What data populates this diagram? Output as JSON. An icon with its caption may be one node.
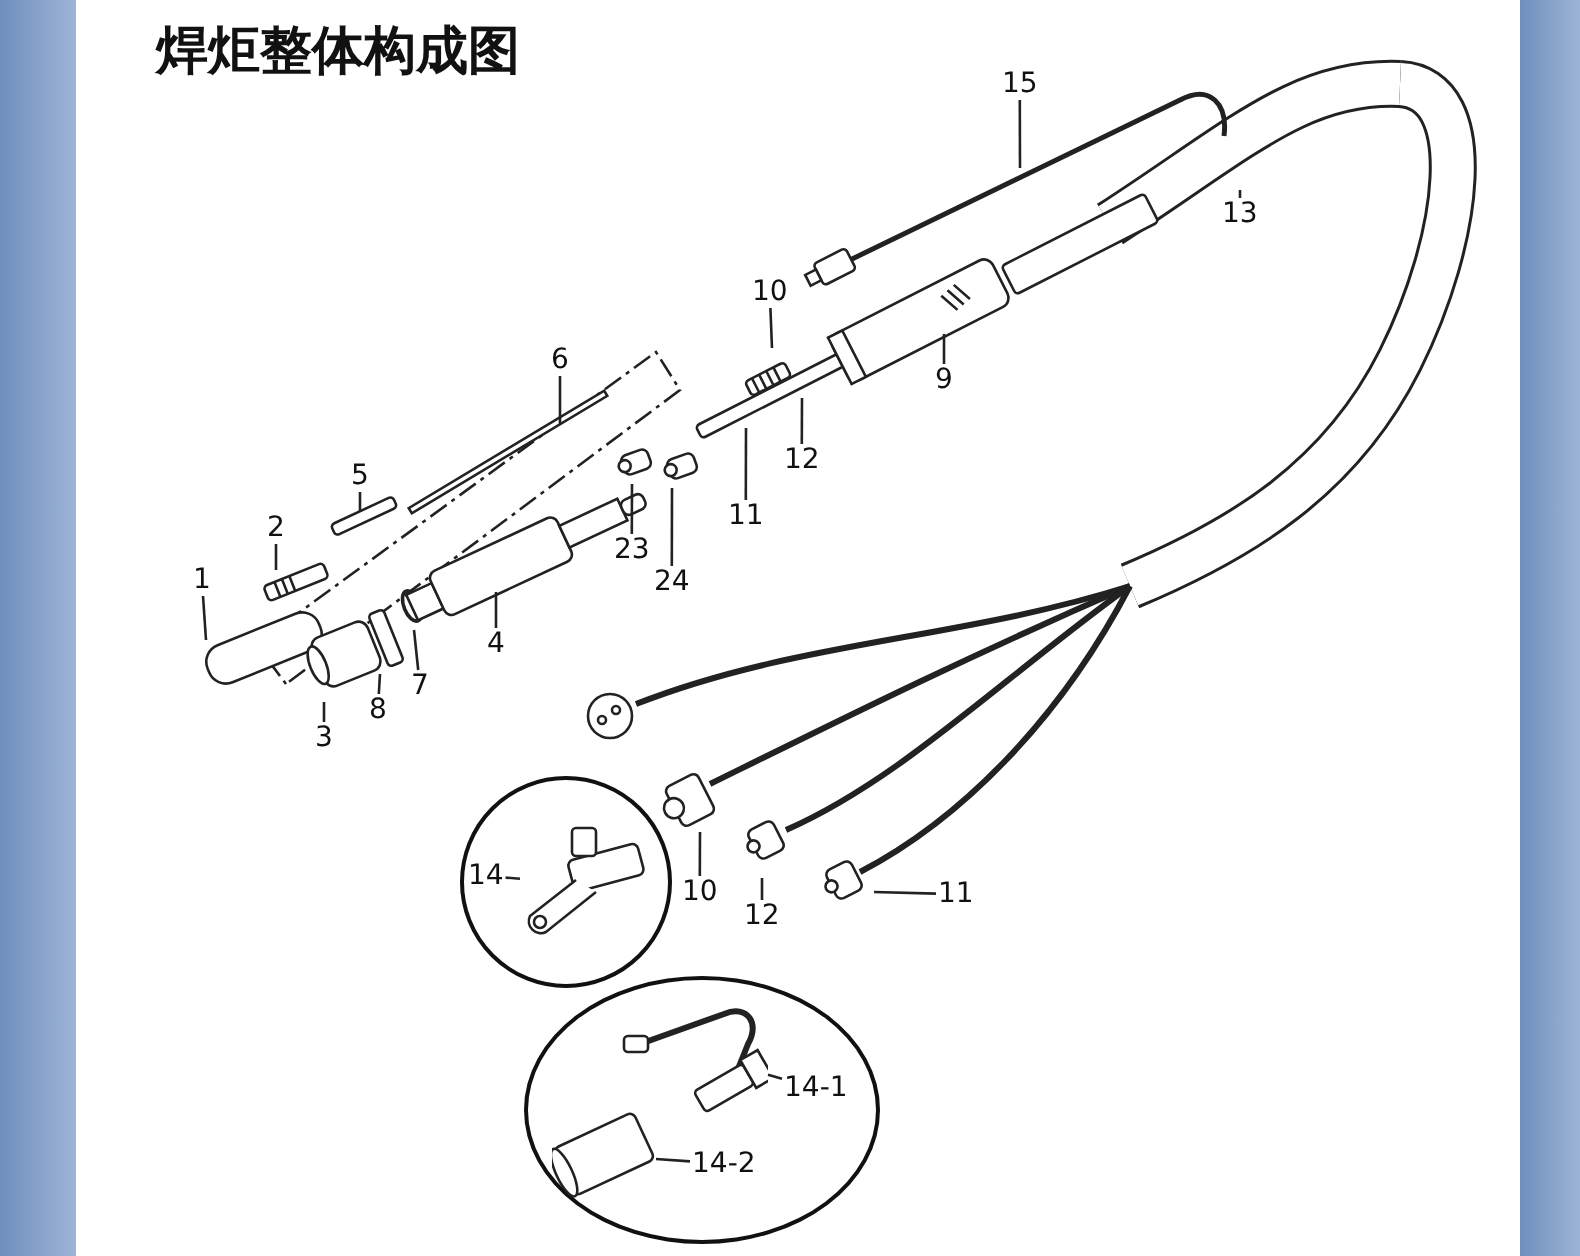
{
  "diagram": {
    "title": "焊炬整体构成图",
    "nodes": [
      {
        "text": [
          "15"
        ]
      },
      {
        "text": [
          "13"
        ]
      },
      {
        "text": [
          "10"
        ]
      },
      {
        "text": [
          "6"
        ]
      },
      {
        "text": [
          "9"
        ]
      },
      {
        "text": [
          "12"
        ]
      },
      {
        "text": [
          "5"
        ]
      },
      {
        "text": [
          "11"
        ]
      },
      {
        "text": [
          "2"
        ]
      },
      {
        "text": [
          "23"
        ]
      },
      {
        "text": [
          "24"
        ]
      },
      {
        "text": [
          "1"
        ]
      },
      {
        "text": [
          "4"
        ]
      },
      {
        "text": [
          "7"
        ]
      },
      {
        "text": [
          "8"
        ]
      },
      {
        "text": [
          "3"
        ]
      },
      {
        "text": [],
        "shape": "circle"
      },
      {
        "text": [
          "14"
        ],
        "in": 16
      },
      {
        "text": [],
        "shape": "picture",
        "in": 16
      },
      {
        "text": [
          "10"
        ]
      },
      {
        "text": [
          "12"
        ]
      },
      {
        "text": [
          "11"
        ]
      },
      {
        "text": [],
        "shape": "oval"
      },
      {
        "text": [
          "14-1"
        ],
        "in": 22
      },
      {
        "text": [],
        "shape": "picture",
        "in": 22
      },
      {
        "text": [
          "14-2"
        ],
        "in": 22
      },
      {
        "text": [],
        "shape": "picture",
        "in": 22
      }
    ],
    "edges": [
      {
        "from": 0,
        "to": null,
        "arrow": "none"
      },
      {
        "from": 1,
        "to": null,
        "arrow": "none"
      },
      {
        "from": 2,
        "to": null,
        "arrow": "none"
      },
      {
        "from": 3,
        "to": null,
        "arrow": "none"
      },
      {
        "from": 4,
        "to": null,
        "arrow": "none"
      },
      {
        "from": 5,
        "to": null,
        "arrow": "none"
      },
      {
        "from": 6,
        "to": null,
        "arrow": "none"
      },
      {
        "from": 7,
        "to": null,
        "arrow": "none"
      },
      {
        "from": 8,
        "to": null,
        "arrow": "none"
      },
      {
        "from": 9,
        "to": null,
        "arrow": "none"
      },
      {
        "from": 10,
        "to": null,
        "arrow": "none"
      },
      {
        "from": 11,
        "to": null,
        "arrow": "none"
      },
      {
        "from": 12,
        "to": null,
        "arrow": "none"
      },
      {
        "from": 13,
        "to": null,
        "arrow": "none"
      },
      {
        "from": 14,
        "to": null,
        "arrow": "none"
      },
      {
        "from": 15,
        "to": null,
        "arrow": "none"
      },
      {
        "from": 17,
        "to": 18,
        "arrow": "none"
      },
      {
        "from": 19,
        "to": null,
        "arrow": "none"
      },
      {
        "from": 20,
        "to": null,
        "arrow": "none"
      },
      {
        "from": 21,
        "to": null,
        "arrow": "none"
      },
      {
        "from": 23,
        "to": 24,
        "arrow": "none"
      },
      {
        "from": 25,
        "to": 26,
        "arrow": "none"
      }
    ]
  }
}
